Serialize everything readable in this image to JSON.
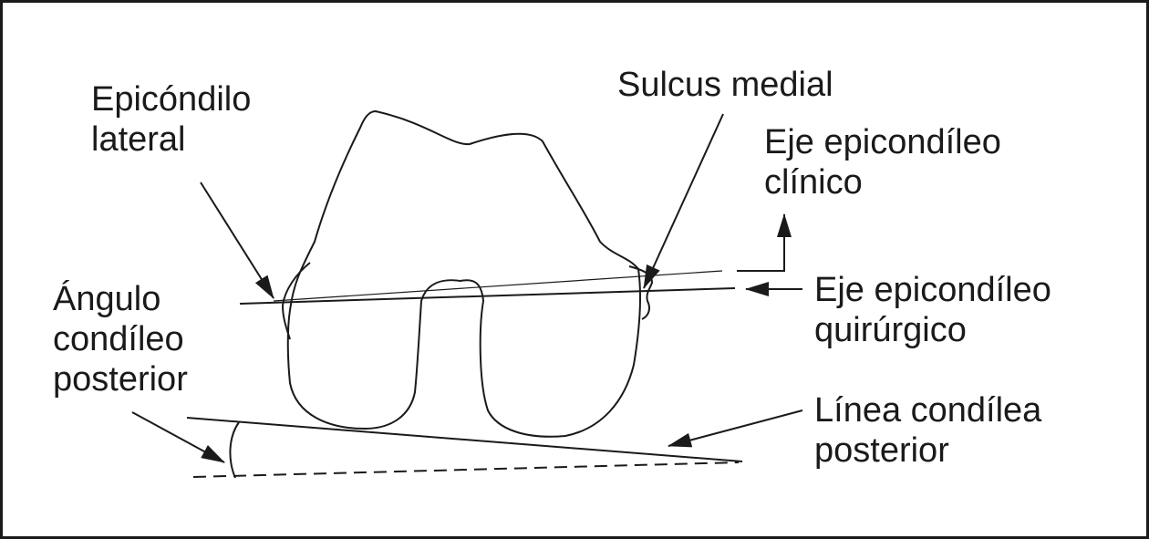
{
  "labels": {
    "lateral_epicondyle": [
      "Epicóndilo",
      "lateral"
    ],
    "medial_sulcus": [
      "Sulcus medial"
    ],
    "clinical_axis": [
      "Eje epicondíleo",
      "clínico"
    ],
    "surgical_axis": [
      "Eje epicondíleo",
      "quirúrgico"
    ],
    "posterior_condylar_angle": [
      "Ángulo",
      "condíleo",
      "posterior"
    ],
    "posterior_condylar_line": [
      "Línea condílea",
      "posterior"
    ]
  },
  "colors": {
    "ink": "#1a1a1a",
    "background": "#ffffff"
  }
}
